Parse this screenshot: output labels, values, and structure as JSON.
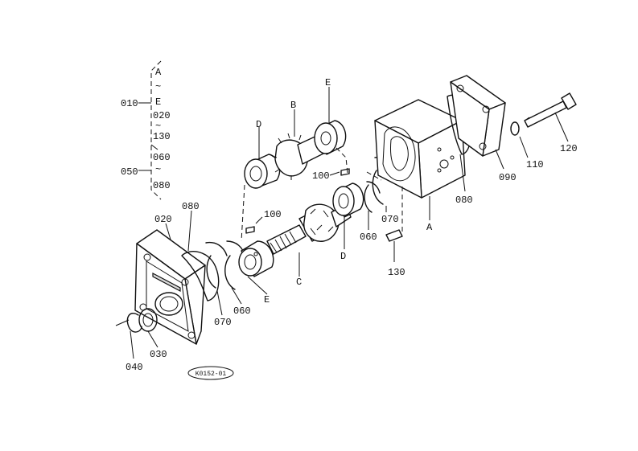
{
  "legend": {
    "group_010": {
      "code": "010",
      "from": "A",
      "tilde": "~",
      "to": "E"
    },
    "group_010b": {
      "from": "020",
      "tilde": "~",
      "to": "130"
    },
    "group_050": {
      "code": "050",
      "from": "060",
      "tilde": "~",
      "to": "080"
    }
  },
  "parts": {
    "A": "A",
    "B": "B",
    "C": "C",
    "D_upper": "D",
    "D_lower": "D",
    "E_upper": "E",
    "E_lower": "E",
    "p020": "020",
    "p030": "030",
    "p040": "040",
    "p060_left": "060",
    "p060_right": "060",
    "p070_left": "070",
    "p070_right": "070",
    "p080_left": "080",
    "p080_right": "080",
    "p090": "090",
    "p100_upper": "100",
    "p100_lower": "100",
    "p110": "110",
    "p120": "120",
    "p130": "130"
  },
  "drawing_id": "K0152-01"
}
